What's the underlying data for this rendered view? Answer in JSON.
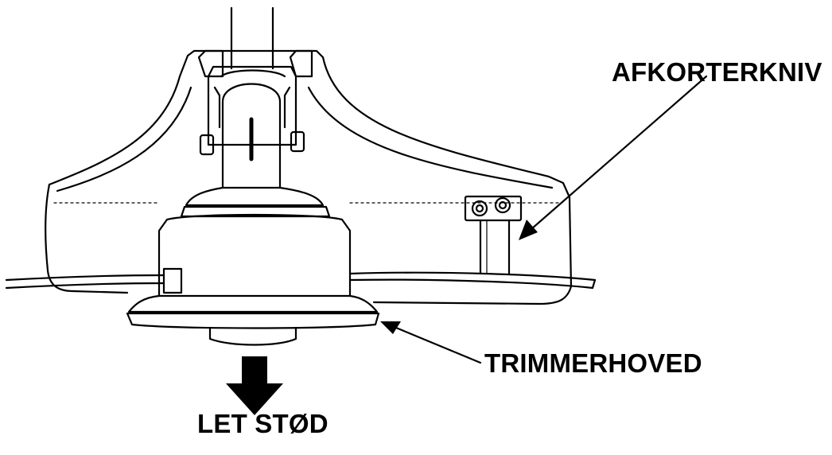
{
  "labels": {
    "cutter_blade": "AFKORTERKNIV",
    "trimmer_head": "TRIMMERHOVED",
    "tap_action": "LET STØD"
  },
  "colors": {
    "line": "#000000",
    "background": "#ffffff"
  },
  "icons": {
    "direction": "arrow-down-icon"
  }
}
